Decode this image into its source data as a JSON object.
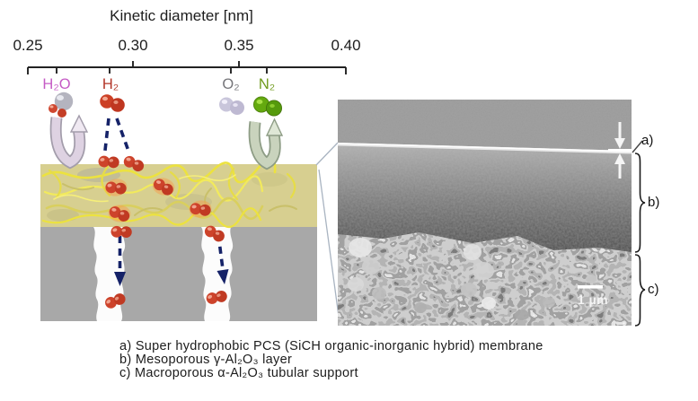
{
  "figure": {
    "title": "Kinetic diameter [nm]",
    "axis_ticks": [
      "0.25",
      "0.30",
      "0.35",
      "0.40"
    ],
    "molecule_labels": {
      "h2o": "H₂O",
      "h2": "H₂",
      "o2": "O₂",
      "n2": "N₂"
    },
    "sem": {
      "scale_bar_label": "1 µm",
      "label_a": "a)",
      "label_b": "b)",
      "label_c": "c)"
    },
    "caption": {
      "line_a": "a) Super hydrophobic PCS (SiCH organic-inorganic hybrid) membrane",
      "line_b": "b) Mesoporous γ-Al₂O₃ layer",
      "line_c": "c) Macroporous α-Al₂O₃ tubular support"
    },
    "colors": {
      "h2o_label": "#c55bc5",
      "h2_label": "#b23427",
      "o2_label": "#76767a",
      "n2_label": "#6f9a1c",
      "membrane_fiber_yellow": "#ece23f",
      "membrane_base": "#d7cf90",
      "support_gray": "#a8a8a8",
      "h2_permeation_arrow": "#152268",
      "rejected_arrow_pink": "#ded2e2",
      "rejected_arrow_green": "#c9d3bd"
    }
  }
}
